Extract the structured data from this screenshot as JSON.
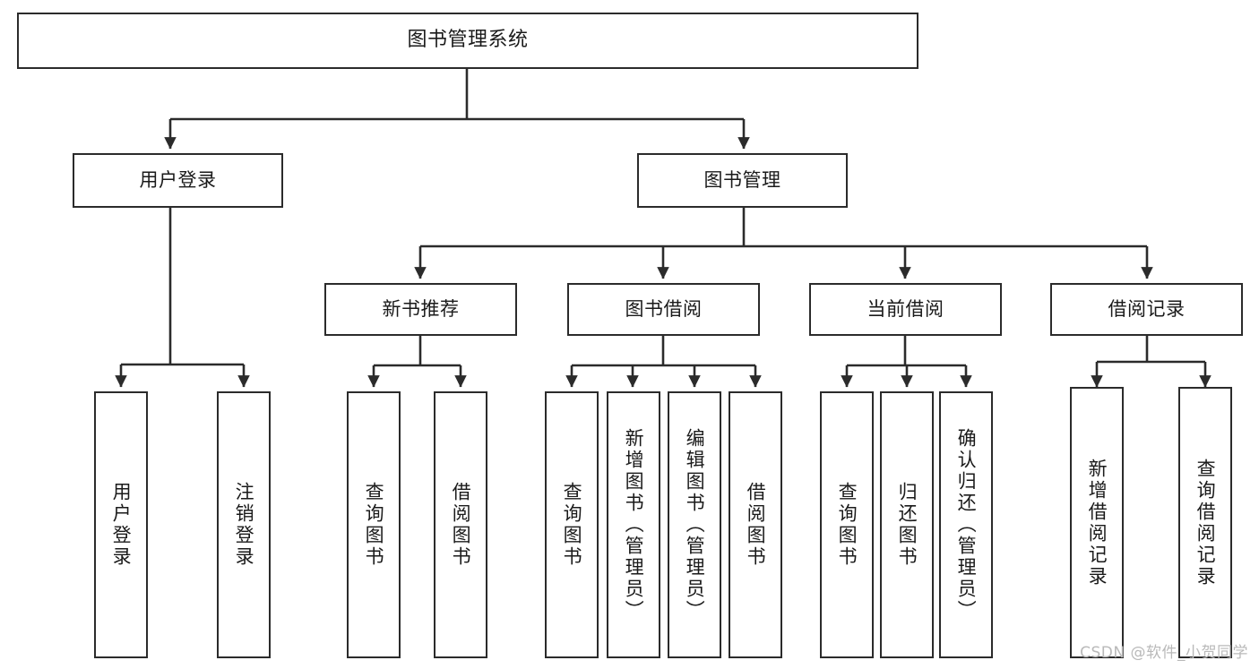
{
  "diagram": {
    "type": "tree",
    "title": "图书管理系统",
    "watermark": "CSDN @软件_小贺同学",
    "colors": {
      "border": "#2b2b2b",
      "background": "#ffffff",
      "text": "#1a1a1a",
      "edge": "#2b2b2b",
      "watermark": "#b9b9b9"
    },
    "root": {
      "id": "root",
      "label": "图书管理系统"
    },
    "level2": [
      {
        "id": "user-login",
        "label": "用户登录"
      },
      {
        "id": "book-manage",
        "label": "图书管理"
      }
    ],
    "level3": [
      {
        "id": "new-book-rec",
        "label": "新书推荐",
        "parent": "book-manage"
      },
      {
        "id": "book-borrow",
        "label": "图书借阅",
        "parent": "book-manage"
      },
      {
        "id": "current-borrow",
        "label": "当前借阅",
        "parent": "book-manage"
      },
      {
        "id": "borrow-record",
        "label": "借阅记录",
        "parent": "book-manage"
      }
    ],
    "leaves": [
      {
        "id": "leaf-user-login",
        "label": "用户登录",
        "parent": "user-login"
      },
      {
        "id": "leaf-user-logout",
        "label": "注销登录",
        "parent": "user-login"
      },
      {
        "id": "leaf-rec-query",
        "label": "查询图书",
        "parent": "new-book-rec"
      },
      {
        "id": "leaf-rec-borrow",
        "label": "借阅图书",
        "parent": "new-book-rec"
      },
      {
        "id": "leaf-bb-query",
        "label": "查询图书",
        "parent": "book-borrow"
      },
      {
        "id": "leaf-bb-add",
        "label": "新增图书（管理员）",
        "parent": "book-borrow"
      },
      {
        "id": "leaf-bb-edit",
        "label": "编辑图书（管理员）",
        "parent": "book-borrow"
      },
      {
        "id": "leaf-bb-borrow",
        "label": "借阅图书",
        "parent": "book-borrow"
      },
      {
        "id": "leaf-cb-query",
        "label": "查询图书",
        "parent": "current-borrow"
      },
      {
        "id": "leaf-cb-return",
        "label": "归还图书",
        "parent": "current-borrow"
      },
      {
        "id": "leaf-cb-confirm",
        "label": "确认归还（管理员）",
        "parent": "current-borrow"
      },
      {
        "id": "leaf-br-add",
        "label": "新增借阅记录",
        "parent": "borrow-record"
      },
      {
        "id": "leaf-br-query",
        "label": "查询借阅记录",
        "parent": "borrow-record"
      }
    ]
  }
}
